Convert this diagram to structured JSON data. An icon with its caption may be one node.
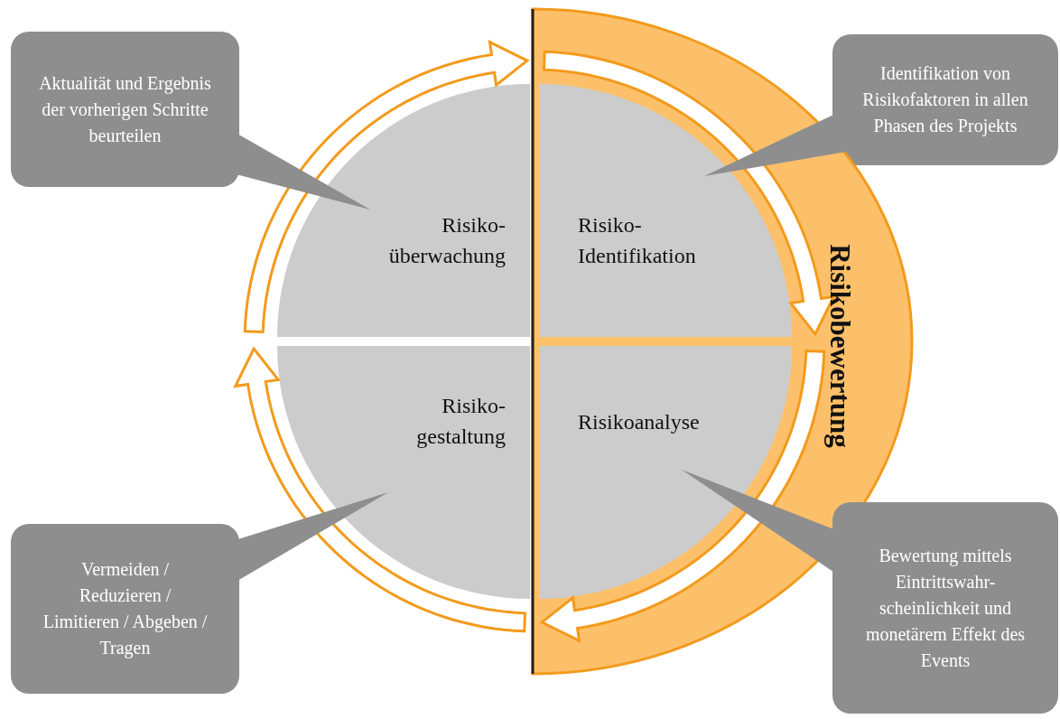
{
  "diagram": {
    "nodes": [
      {
        "text": [
          "Aktualität und Ergebnis der vorherigen Schritte beurteilen"
        ]
      },
      {
        "text": [
          "Identifikation von Risikofaktoren in allen Phasen des Projekts"
        ]
      },
      {
        "text": [
          "Risiko- überwachung"
        ]
      },
      {
        "text": [
          "Risikobewertung"
        ]
      },
      {
        "text": [
          "Risiko- Identifikation"
        ],
        "in": 3
      },
      {
        "text": [
          "Risiko- gestaltung"
        ]
      },
      {
        "text": [
          "Risikoanalyse"
        ],
        "in": 3
      },
      {
        "text": [
          "Vermeiden / Reduzieren / Limitieren / Abgeben / Tragen"
        ]
      },
      {
        "text": [
          "Bewertung mittels Eintrittswahr- scheinlichkeit und monetärem Effekt des Events"
        ]
      }
    ],
    "edges": [
      {
        "from": 2,
        "to": 4,
        "arrow": "to"
      },
      {
        "from": 4,
        "to": 6,
        "arrow": "to"
      },
      {
        "from": 6,
        "to": 5,
        "arrow": "to"
      },
      {
        "from": 5,
        "to": 2,
        "arrow": "to"
      },
      {
        "from": 0,
        "to": 2,
        "arrow": "none"
      },
      {
        "from": 1,
        "to": 4,
        "arrow": "none"
      },
      {
        "from": 7,
        "to": 5,
        "arrow": "none"
      },
      {
        "from": 8,
        "to": 6,
        "arrow": "none"
      }
    ]
  }
}
